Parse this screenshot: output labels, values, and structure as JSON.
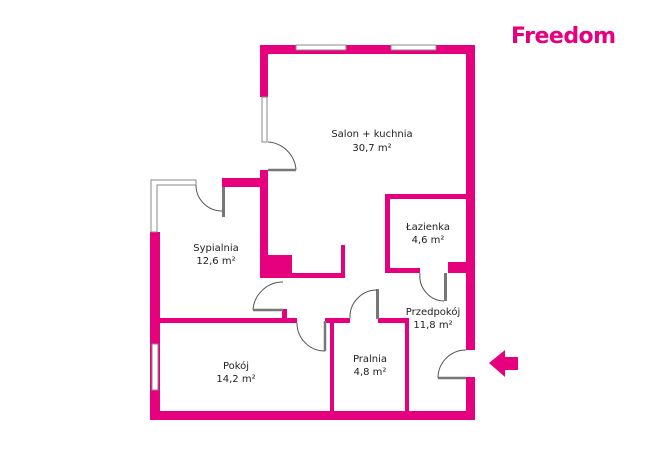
{
  "brand": {
    "logo_text": "Freedom",
    "color": "#e6007e"
  },
  "rooms": [
    {
      "name": "Salon + kuchnia",
      "area": "30,7 m²"
    },
    {
      "name": "Łazienka",
      "area": "4,6 m²"
    },
    {
      "name": "Sypialnia",
      "area": "12,6 m²"
    },
    {
      "name": "Przedpokój",
      "area": "11,8 m²"
    },
    {
      "name": "Pokój",
      "area": "14,2 m²"
    },
    {
      "name": "Pralnia",
      "area": "4,8 m²"
    }
  ],
  "entrance_icon": "arrow-left-icon"
}
